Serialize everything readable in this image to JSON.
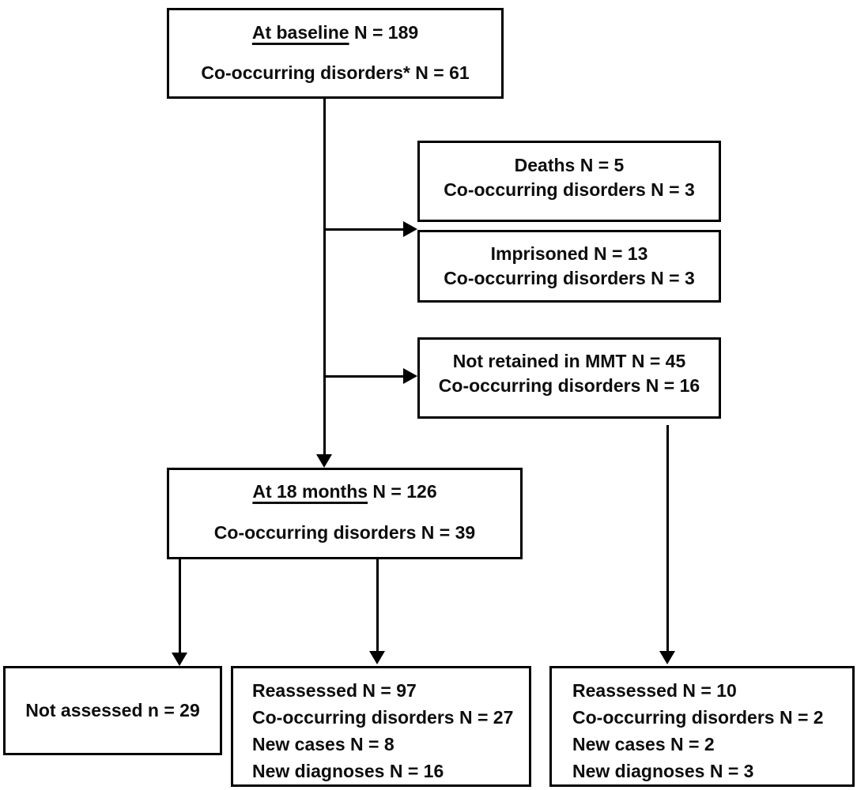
{
  "figure": {
    "type": "participant-flow-diagram",
    "background_color": "#ffffff",
    "line_color": "#000000"
  },
  "boxes": {
    "baseline": {
      "title_underlined": "At baseline",
      "title_rest": " N = 189",
      "line2": "Co-occurring disorders* N = 61"
    },
    "deaths": {
      "line1": "Deaths N = 5",
      "line2": "Co-occurring disorders N = 3"
    },
    "imprisoned": {
      "line1": "Imprisoned N = 13",
      "line2": "Co-occurring disorders N = 3"
    },
    "not_retained": {
      "line1": "Not retained in MMT N = 45",
      "line2": "Co-occurring disorders N = 16"
    },
    "at_18_months": {
      "title_underlined": "At 18 months",
      "title_rest": " N = 126",
      "line2": "Co-occurring disorders N = 39"
    },
    "not_assessed": {
      "line1": "Not assessed n = 29"
    },
    "reassessed_retained": {
      "line1": "Reassessed N = 97",
      "line2": "Co-occurring disorders N = 27",
      "line3": "New cases N = 8",
      "line4": "New diagnoses N = 16"
    },
    "reassessed_not_retained": {
      "line1": "Reassessed N = 10",
      "line2": "Co-occurring disorders N = 2",
      "line3": "New cases N = 2",
      "line4": "New diagnoses N = 3"
    }
  }
}
